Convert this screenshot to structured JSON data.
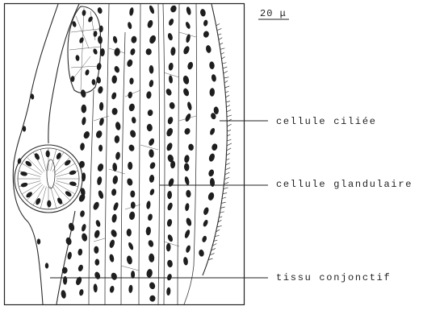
{
  "scale_bar": {
    "label": "20 μ"
  },
  "labels": {
    "ciliated_cell": "cellule ciliée",
    "glandular_cell": "cellule glandulaire",
    "connective_tissue": "tissu conjonctif"
  }
}
